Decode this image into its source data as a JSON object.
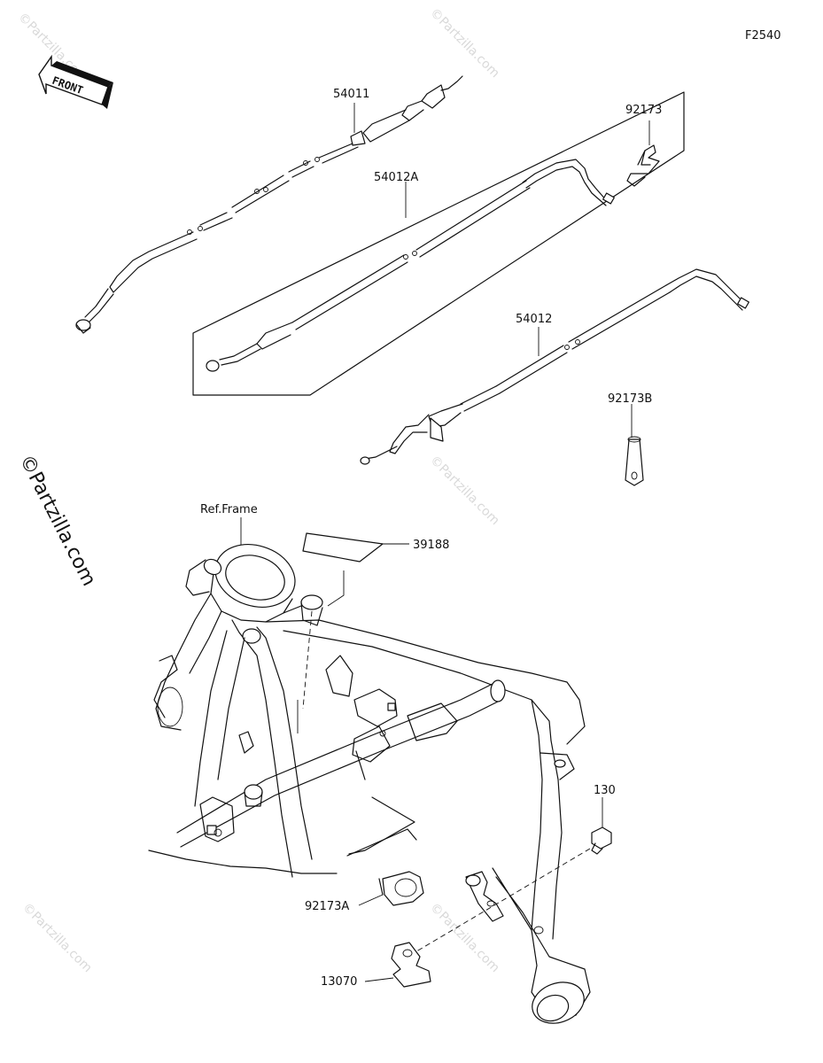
{
  "diagram_code": "F2540",
  "front_label": "FRONT",
  "watermark_main": "©Partzilla.com",
  "watermark_faint": "©Partzilla.com",
  "parts": {
    "p54011": "54011",
    "p54012A": "54012A",
    "p92173": "92173",
    "p54012": "54012",
    "p92173B": "92173B",
    "p39188": "39188",
    "ref_frame": "Ref.Frame",
    "p130": "130",
    "p92173A": "92173A",
    "p13070": "13070"
  }
}
